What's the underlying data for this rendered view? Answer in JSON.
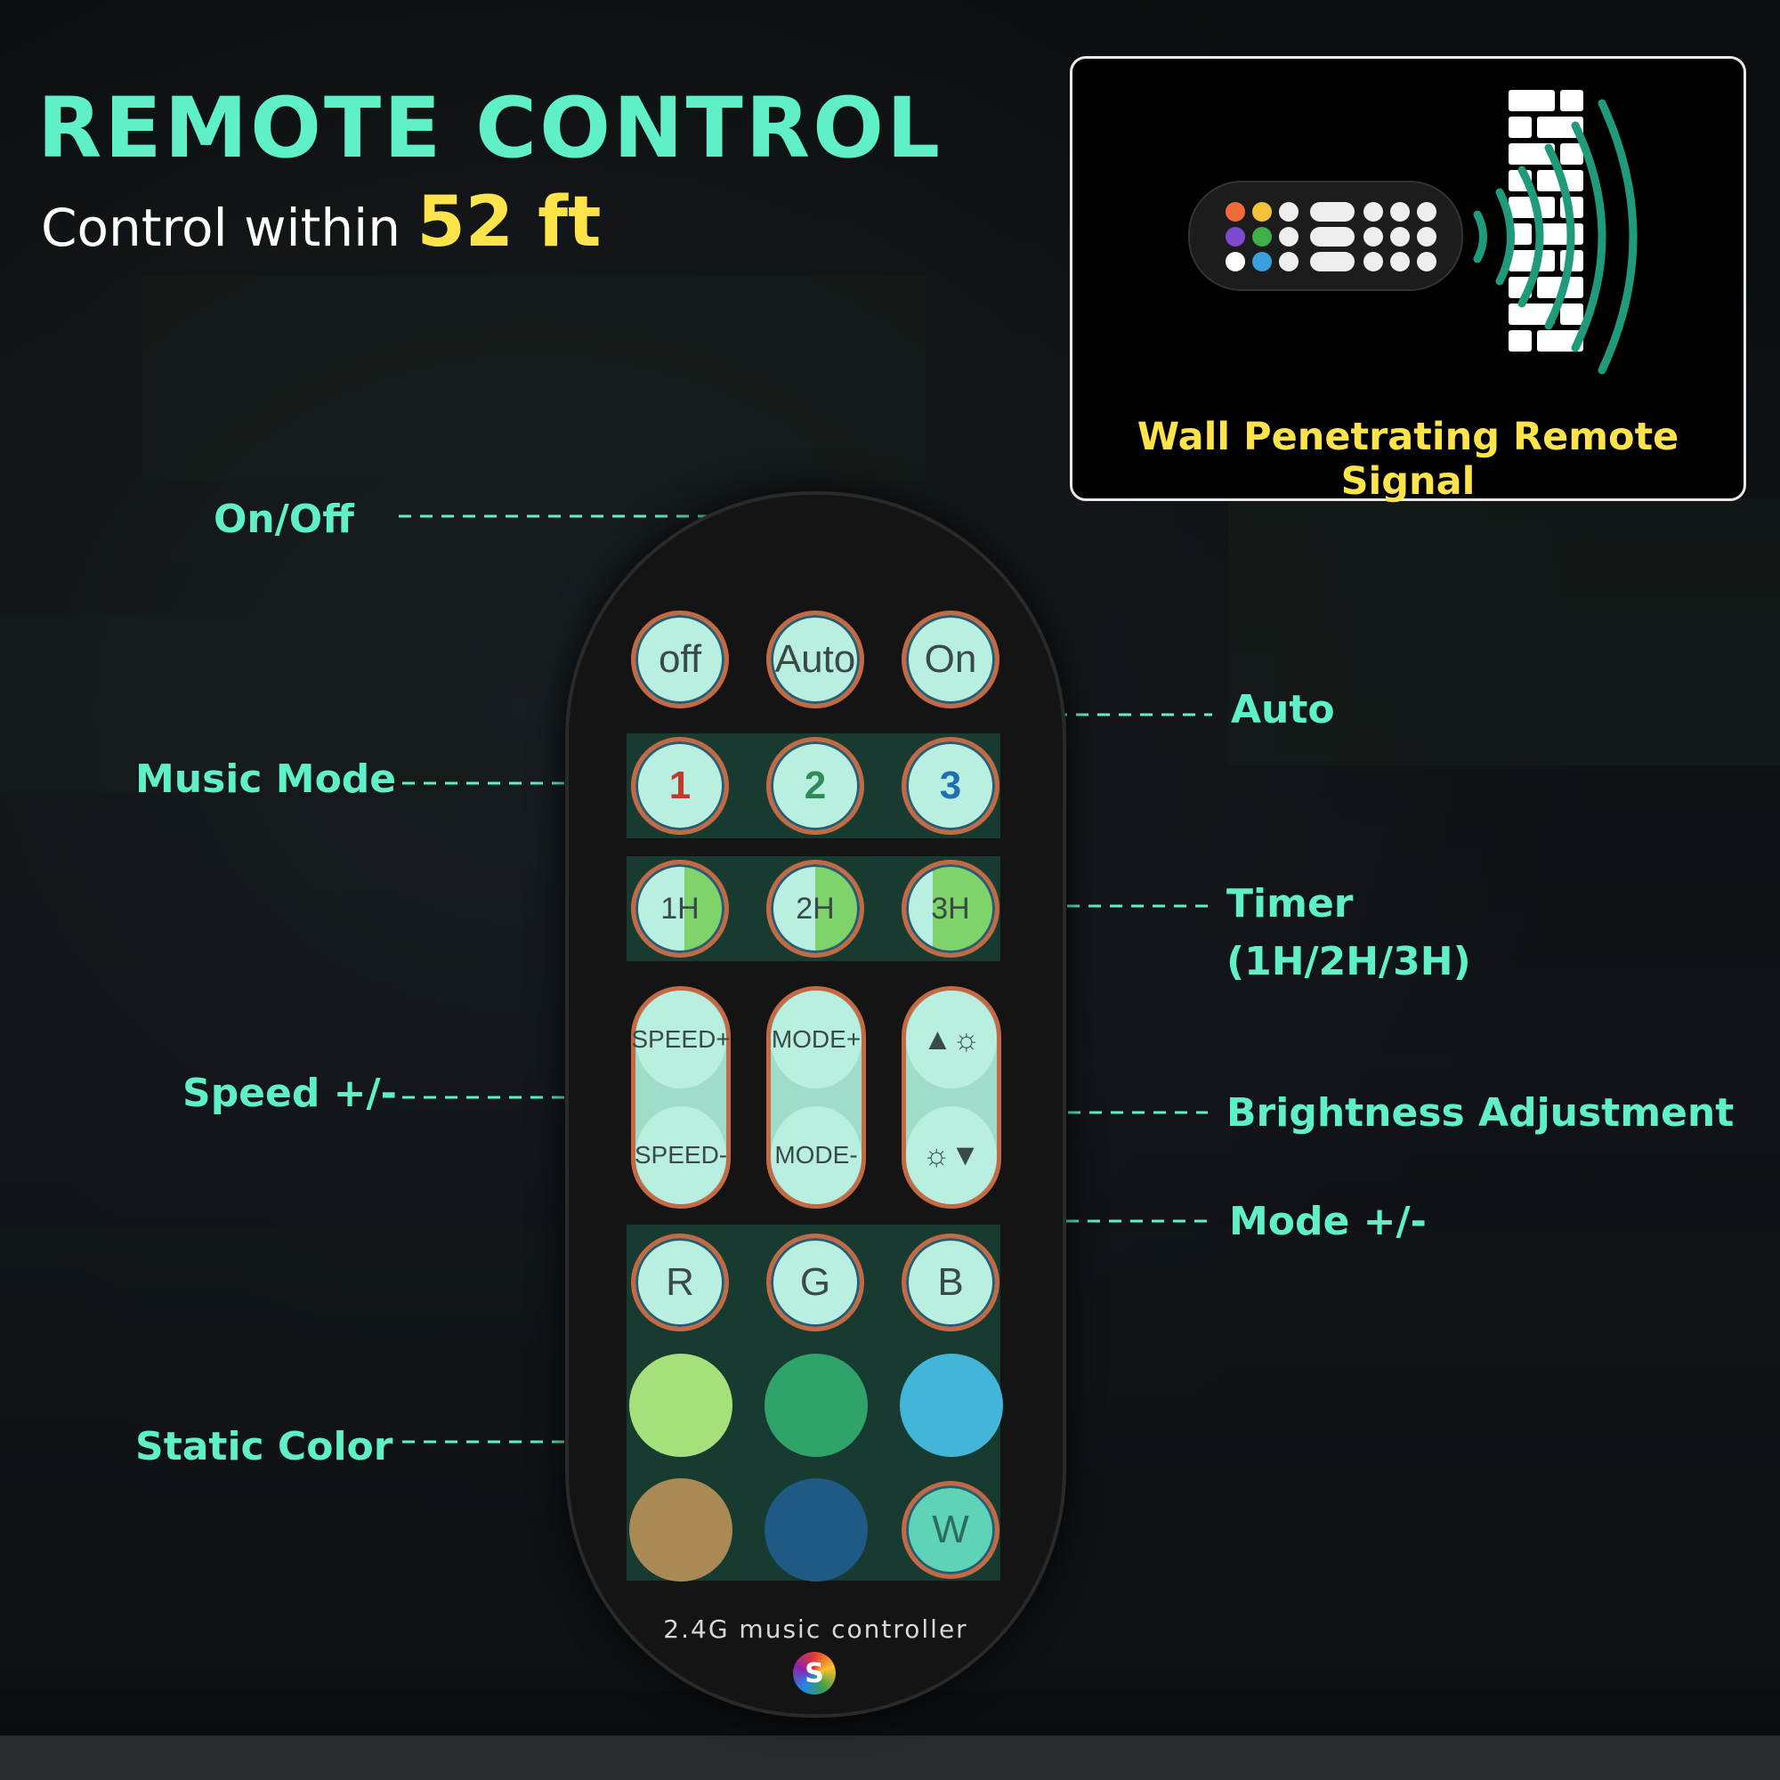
{
  "header": {
    "title": "REMOTE CONTROL",
    "subtitle_prefix": "Control within",
    "subtitle_range": "52 ft"
  },
  "inset": {
    "caption": "Wall Penetrating Remote Signal"
  },
  "callouts": {
    "on_off": "On/Off",
    "auto": "Auto",
    "music_mode": "Music Mode",
    "timer_line1": "Timer",
    "timer_line2": "(1H/2H/3H)",
    "speed": "Speed +/-",
    "brightness": "Brightness Adjustment",
    "mode": "Mode +/-",
    "static_color": "Static Color"
  },
  "remote": {
    "power_buttons": [
      "off",
      "Auto",
      "On"
    ],
    "music_buttons": [
      "1",
      "2",
      "3"
    ],
    "timer_buttons": [
      "1H",
      "2H",
      "3H"
    ],
    "speed_up": "SPEED+",
    "speed_down": "SPEED-",
    "mode_up": "MODE+",
    "mode_down": "MODE-",
    "rgb_buttons": [
      "R",
      "G",
      "B"
    ],
    "white_button": "W",
    "brand": "2.4G music controller",
    "logo_letter": "S"
  },
  "colors": {
    "accent": "#5ff0c8",
    "highlight": "#ffe34a",
    "static_row1": [
      "#a5e07a",
      "#2fa36a",
      "#42b6d8"
    ],
    "static_row2": [
      "#a98a55",
      "#1f5a85",
      "#5fd3b6"
    ]
  }
}
